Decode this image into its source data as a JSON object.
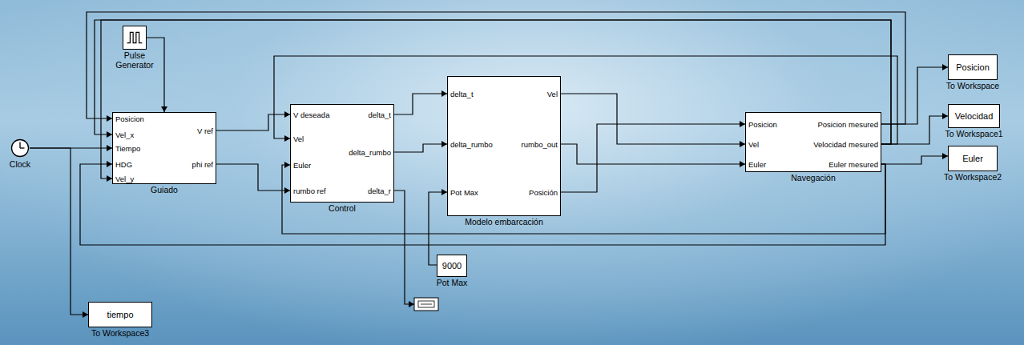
{
  "diagram": {
    "nodes": [
      {
        "text": [
          "Pulse Generator"
        ]
      },
      {
        "text": [
          "Clock"
        ]
      },
      {
        "text": [
          "Guiado",
          "Posicion",
          "Vel_x",
          "Tiempo",
          "HDG",
          "Vel_y",
          "V ref",
          "phi ref"
        ]
      },
      {
        "text": [
          "Control",
          "V deseada",
          "Vel",
          "Euler",
          "rumbo ref",
          "delta_t",
          "delta_rumbo",
          "delta_r"
        ]
      },
      {
        "text": [
          "Modelo embarcación",
          "delta_t",
          "delta_rumbo",
          "Pot Max",
          "Vel",
          "rumbo_out",
          "Posición"
        ]
      },
      {
        "text": [
          "9000",
          "Pot Max"
        ]
      },
      {
        "text": [
          "Navegación",
          "Posicion",
          "Vel",
          "Euler",
          "Posicion mesured",
          "Velocidad mesured",
          "Euler mesured"
        ]
      },
      {
        "text": [
          "Posicion",
          "To Workspace"
        ]
      },
      {
        "text": [
          "Velocidad",
          "To Workspace1"
        ]
      },
      {
        "text": [
          "Euler",
          "To Workspace2"
        ]
      },
      {
        "text": [
          "tiempo",
          "To Workspace3"
        ]
      }
    ],
    "edges": [
      {
        "from": 0,
        "to": 2,
        "arrow": "to"
      },
      {
        "from": 1,
        "to": 2,
        "arrow": "to"
      },
      {
        "from": 1,
        "to": 10,
        "arrow": "to"
      },
      {
        "from": 2,
        "to": 3,
        "arrow": "to"
      },
      {
        "from": 2,
        "to": 3,
        "arrow": "to"
      },
      {
        "from": 3,
        "to": 4,
        "arrow": "to"
      },
      {
        "from": 3,
        "to": 4,
        "arrow": "to"
      },
      {
        "from": 5,
        "to": 4,
        "arrow": "to"
      },
      {
        "from": 4,
        "to": 6,
        "arrow": "to"
      },
      {
        "from": 4,
        "to": 6,
        "arrow": "to"
      },
      {
        "from": 4,
        "to": 6,
        "arrow": "to"
      },
      {
        "from": 6,
        "to": 7,
        "arrow": "to"
      },
      {
        "from": 6,
        "to": 8,
        "arrow": "to"
      },
      {
        "from": 6,
        "to": 9,
        "arrow": "to"
      },
      {
        "from": 6,
        "to": 2,
        "arrow": "to"
      },
      {
        "from": 6,
        "to": 2,
        "arrow": "to"
      },
      {
        "from": 6,
        "to": 2,
        "arrow": "to"
      },
      {
        "from": 6,
        "to": 2,
        "arrow": "to"
      },
      {
        "from": 6,
        "to": 3,
        "arrow": "to"
      },
      {
        "from": 6,
        "to": 3,
        "arrow": "to"
      }
    ]
  }
}
